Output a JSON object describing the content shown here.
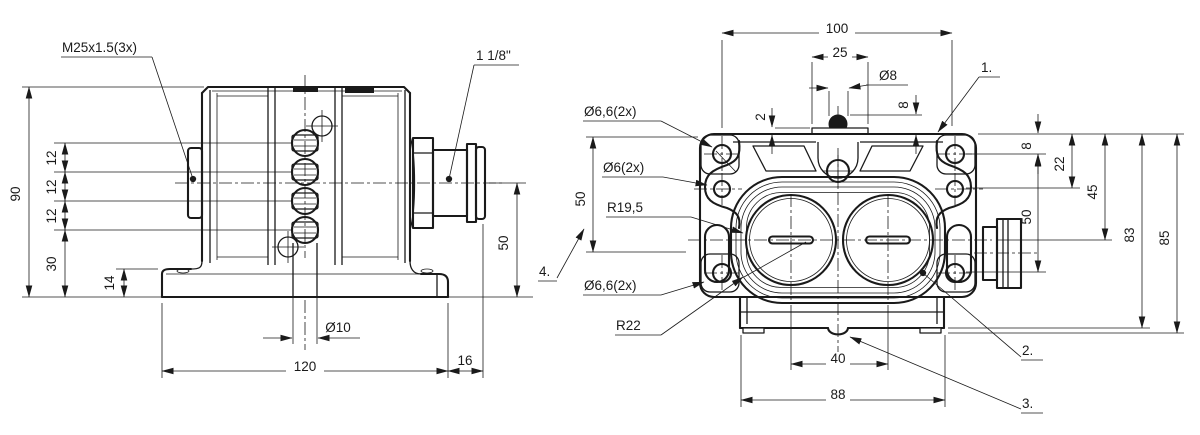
{
  "side_view": {
    "thread_label": "M25x1.5(3x)",
    "conduit_label": "1 1/8\"",
    "dim_total_height": "90",
    "dim_pitch_a": "12",
    "dim_pitch_b": "12",
    "dim_pitch_c": "12",
    "dim_bottom_offset": "30",
    "dim_base_height": "14",
    "dim_axis_height": "50",
    "dim_stud_dia": "Ø10",
    "dim_base_width": "120",
    "dim_overhang": "16"
  },
  "front_view": {
    "dim_width": "100",
    "dim_plate_width": "25",
    "dim_ball_dia": "Ø8",
    "dim_plate_thickness": "2",
    "dim_ball_height": "8",
    "dim_hole_offset": "8",
    "dim_hole2_offset": "22",
    "dim_hole_pitch_right": "50",
    "dim_bore_axis_depth": "45",
    "dim_body_height": "83",
    "dim_total_height": "85",
    "dim_hole_pitch_left": "50",
    "dim_bore_pitch": "40",
    "dim_lower_width": "88",
    "label_corner_holes_top": "Ø6,6(2x)",
    "label_side_holes": "Ø6(2x)",
    "label_bore_radius": "R19,5",
    "label_corner_holes_bottom": "Ø6,6(2x)",
    "label_cover_radius": "R22",
    "note_1": "1.",
    "note_2": "2.",
    "note_3": "3.",
    "note_4": "4."
  },
  "colors": {
    "line": "#1a1a1a",
    "background": "#ffffff"
  }
}
